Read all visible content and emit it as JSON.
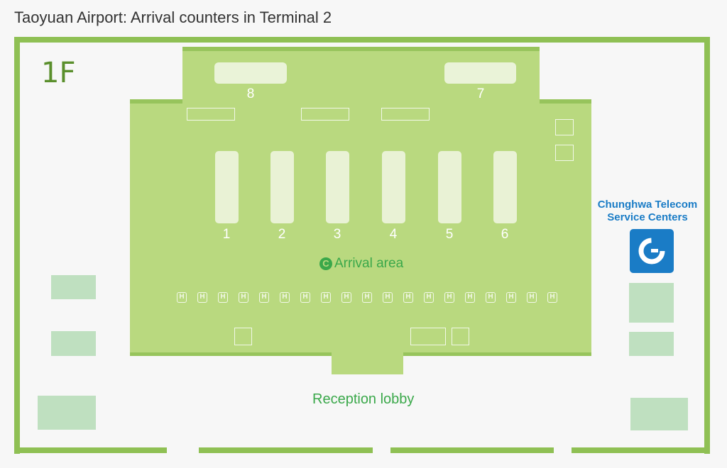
{
  "title": "Taoyuan Airport: Arrival counters in Terminal 2",
  "floor": "1F",
  "gates": [
    "8",
    "7"
  ],
  "belts": [
    "1",
    "2",
    "3",
    "4",
    "5",
    "6"
  ],
  "arrival_label": "Arrival area",
  "reception_label": "Reception lobby",
  "telecom": {
    "line1": "Chunghwa Telecom",
    "line2": "Service Centers",
    "color": "#1a7cc6"
  },
  "colors": {
    "frame": "#8fc054",
    "area": "#b9d97f",
    "text_green": "#3aa84a"
  }
}
